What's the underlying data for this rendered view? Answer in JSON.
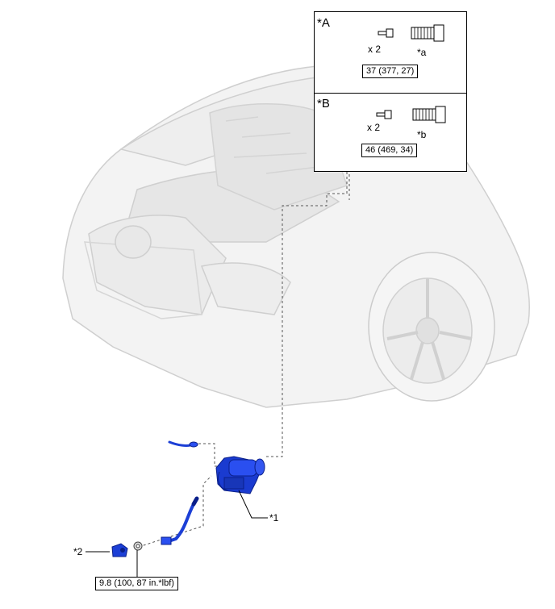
{
  "callouts": {
    "part1": "*1",
    "part2": "*2",
    "torque_nut": "9.8 (100, 87 in.*lbf)"
  },
  "panel_a": {
    "label": "*A",
    "qty": "x 2",
    "bolt_label": "*a",
    "torque": "37 (377, 27)"
  },
  "panel_b": {
    "label": "*B",
    "qty": "x 2",
    "bolt_label": "*b",
    "torque": "46 (469, 34)"
  },
  "colors": {
    "part_blue": "#1c3fd6",
    "part_dark": "#0a1f8a",
    "car_outline": "#c9c9c9",
    "car_fill": "#f2f2f2",
    "leader": "#555555"
  }
}
